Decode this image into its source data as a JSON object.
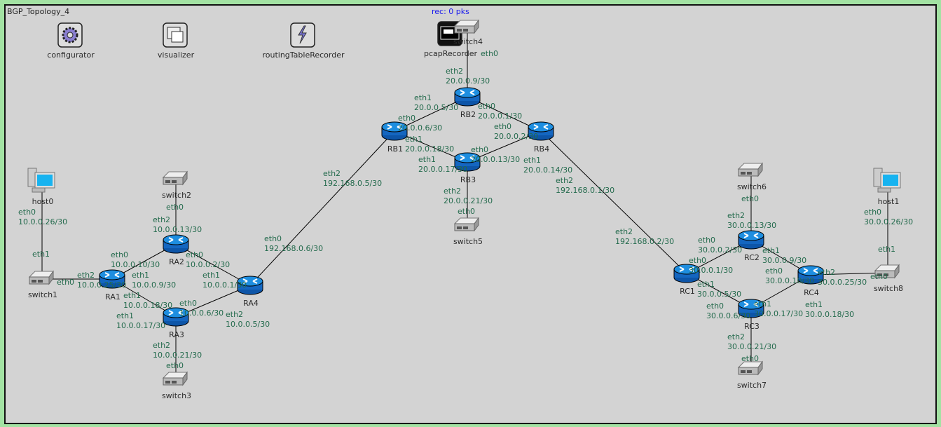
{
  "network": {
    "title": "BGP_Topology_4",
    "pcap_status": "rec: 0 pks"
  },
  "colors": {
    "link": "#000000",
    "interface_label": "#236a4c",
    "background": "#d3d3d3",
    "router": "#1473c8",
    "frame": "#a3e2a3",
    "pcap_status": "#1a1aee"
  },
  "modules": [
    {
      "name": "configurator",
      "icon": "gear-icon"
    },
    {
      "name": "visualizer",
      "icon": "windows-icon"
    },
    {
      "name": "routingTableRecorder",
      "icon": "lightning-icon"
    },
    {
      "name": "pcapRecorder",
      "icon": "recorder-icon"
    }
  ],
  "nodes": [
    {
      "name": "host0",
      "type": "host"
    },
    {
      "name": "switch1",
      "type": "switch"
    },
    {
      "name": "RA1",
      "type": "router"
    },
    {
      "name": "RA2",
      "type": "router"
    },
    {
      "name": "RA3",
      "type": "router"
    },
    {
      "name": "RA4",
      "type": "router"
    },
    {
      "name": "switch2",
      "type": "switch"
    },
    {
      "name": "switch3",
      "type": "switch"
    },
    {
      "name": "RB1",
      "type": "router"
    },
    {
      "name": "RB2",
      "type": "router"
    },
    {
      "name": "RB3",
      "type": "router"
    },
    {
      "name": "RB4",
      "type": "router"
    },
    {
      "name": "switch4",
      "type": "switch"
    },
    {
      "name": "switch5",
      "type": "switch"
    },
    {
      "name": "RC1",
      "type": "router"
    },
    {
      "name": "RC2",
      "type": "router"
    },
    {
      "name": "RC3",
      "type": "router"
    },
    {
      "name": "RC4",
      "type": "router"
    },
    {
      "name": "switch6",
      "type": "switch"
    },
    {
      "name": "switch7",
      "type": "switch"
    },
    {
      "name": "host1",
      "type": "host"
    },
    {
      "name": "switch8",
      "type": "switch"
    }
  ],
  "links": [
    [
      "host0",
      "switch1"
    ],
    [
      "switch1",
      "RA1"
    ],
    [
      "RA1",
      "RA2"
    ],
    [
      "RA1",
      "RA3"
    ],
    [
      "RA2",
      "RA4"
    ],
    [
      "RA3",
      "RA4"
    ],
    [
      "RA2",
      "switch2"
    ],
    [
      "RA3",
      "switch3"
    ],
    [
      "RA4",
      "RB1"
    ],
    [
      "RB1",
      "RB2"
    ],
    [
      "RB1",
      "RB3"
    ],
    [
      "RB2",
      "RB4"
    ],
    [
      "RB3",
      "RB4"
    ],
    [
      "RB2",
      "switch4"
    ],
    [
      "RB3",
      "switch5"
    ],
    [
      "RB4",
      "RC1"
    ],
    [
      "RC1",
      "RC2"
    ],
    [
      "RC1",
      "RC3"
    ],
    [
      "RC2",
      "RC4"
    ],
    [
      "RC3",
      "RC4"
    ],
    [
      "RC2",
      "switch6"
    ],
    [
      "RC3",
      "switch7"
    ],
    [
      "RC4",
      "switch8"
    ],
    [
      "switch8",
      "host1"
    ]
  ],
  "interfaces": [
    {
      "iface": "eth0",
      "addr": "10.0.0.26/30"
    },
    {
      "iface": "eth1",
      "addr": ""
    },
    {
      "iface": "eth0",
      "addr": ""
    },
    {
      "iface": "eth2",
      "addr": "10.0.0.25/30"
    },
    {
      "iface": "eth0",
      "addr": "10.0.0.10/30"
    },
    {
      "iface": "eth1",
      "addr": "10.0.0.18/30"
    },
    {
      "iface": "eth1",
      "addr": "10.0.0.9/30"
    },
    {
      "iface": "eth0",
      "addr": "10.0.0.2/30"
    },
    {
      "iface": "eth2",
      "addr": "10.0.0.13/30"
    },
    {
      "iface": "eth0",
      "addr": ""
    },
    {
      "iface": "eth1",
      "addr": "10.0.0.17/30"
    },
    {
      "iface": "eth0",
      "addr": "10.0.0.6/30"
    },
    {
      "iface": "eth2",
      "addr": "10.0.0.21/30"
    },
    {
      "iface": "eth0",
      "addr": ""
    },
    {
      "iface": "eth1",
      "addr": "10.0.0.1/30"
    },
    {
      "iface": "eth2",
      "addr": "10.0.0.5/30"
    },
    {
      "iface": "eth0",
      "addr": "192.168.0.6/30"
    },
    {
      "iface": "eth2",
      "addr": "192.168.0.5/30"
    },
    {
      "iface": "eth0",
      "addr": "20.0.0.6/30"
    },
    {
      "iface": "eth1",
      "addr": "20.0.0.18/30"
    },
    {
      "iface": "eth1",
      "addr": "20.0.0.5/30"
    },
    {
      "iface": "eth0",
      "addr": "20.0.0.1/30"
    },
    {
      "iface": "eth2",
      "addr": "20.0.0.9/30"
    },
    {
      "iface": "eth0",
      "addr": ""
    },
    {
      "iface": "eth1",
      "addr": "20.0.0.17/30"
    },
    {
      "iface": "eth0",
      "addr": "20.0.0.13/30"
    },
    {
      "iface": "eth2",
      "addr": "20.0.0.21/30"
    },
    {
      "iface": "eth0",
      "addr": ""
    },
    {
      "iface": "eth0",
      "addr": "20.0.0.2/30"
    },
    {
      "iface": "eth1",
      "addr": "20.0.0.14/30"
    },
    {
      "iface": "eth2",
      "addr": "192.168.0.1/30"
    },
    {
      "iface": "eth2",
      "addr": "192.168.0.2/30"
    },
    {
      "iface": "eth0",
      "addr": "30.0.0.1/30"
    },
    {
      "iface": "eth1",
      "addr": "30.0.0.5/30"
    },
    {
      "iface": "eth0",
      "addr": "30.0.0.2/30"
    },
    {
      "iface": "eth1",
      "addr": "30.0.0.9/30"
    },
    {
      "iface": "eth2",
      "addr": "30.0.0.13/30"
    },
    {
      "iface": "eth0",
      "addr": ""
    },
    {
      "iface": "eth0",
      "addr": "30.0.0.6/30"
    },
    {
      "iface": "eth1",
      "addr": "30.0.0.17/30"
    },
    {
      "iface": "eth2",
      "addr": "30.0.0.21/30"
    },
    {
      "iface": "eth0",
      "addr": ""
    },
    {
      "iface": "eth0",
      "addr": "30.0.0.10/30"
    },
    {
      "iface": "eth1",
      "addr": "30.0.0.18/30"
    },
    {
      "iface": "eth2",
      "addr": "30.0.0.25/30"
    },
    {
      "iface": "eth0",
      "addr": ""
    },
    {
      "iface": "eth0",
      "addr": "30.0.0.26/30"
    },
    {
      "iface": "eth1",
      "addr": ""
    }
  ]
}
